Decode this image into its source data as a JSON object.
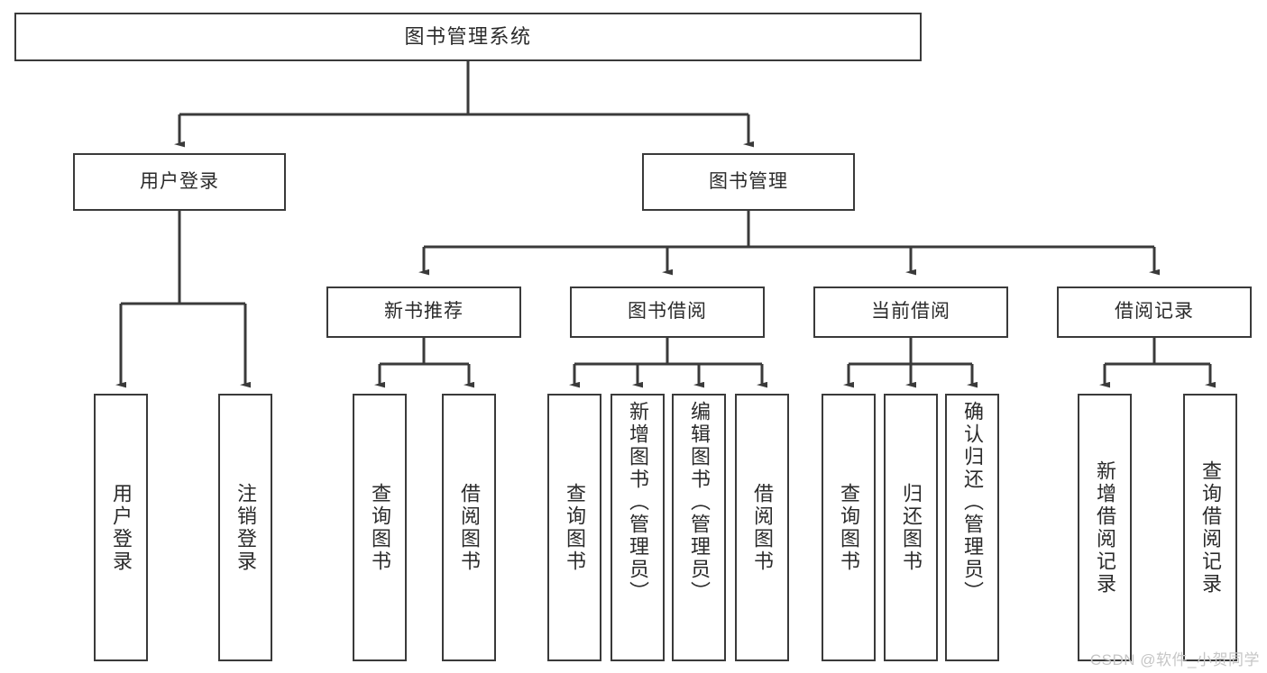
{
  "diagram": {
    "type": "tree",
    "title": "图书管理系统",
    "watermark": "CSDN @软件_小贺同学",
    "style": {
      "box_border_color": "#3a3a3a",
      "box_fill_color": "#ffffff",
      "connector_color": "#3a3a3a",
      "text_color": "#2b2b2b",
      "background_color": "#ffffff",
      "watermark_color": "#c6c6c6"
    },
    "nodes": {
      "root": "图书管理系统",
      "level2": [
        {
          "label": "用户登录"
        },
        {
          "label": "图书管理"
        }
      ],
      "level3": [
        {
          "label": "新书推荐"
        },
        {
          "label": "图书借阅"
        },
        {
          "label": "当前借阅"
        },
        {
          "label": "借阅记录"
        }
      ],
      "leaves": {
        "user_login": [
          {
            "label": "用户登录"
          },
          {
            "label": "注销登录"
          }
        ],
        "new_book_recommend": [
          {
            "label": "查询图书"
          },
          {
            "label": "借阅图书"
          }
        ],
        "book_borrow": [
          {
            "label": "查询图书"
          },
          {
            "label": "新增图书（管理员）"
          },
          {
            "label": "编辑图书（管理员）"
          },
          {
            "label": "借阅图书"
          }
        ],
        "current_borrow": [
          {
            "label": "查询图书"
          },
          {
            "label": "归还图书"
          },
          {
            "label": "确认归还（管理员）"
          }
        ],
        "borrow_record": [
          {
            "label": "新增借阅记录"
          },
          {
            "label": "查询借阅记录"
          }
        ]
      }
    }
  }
}
